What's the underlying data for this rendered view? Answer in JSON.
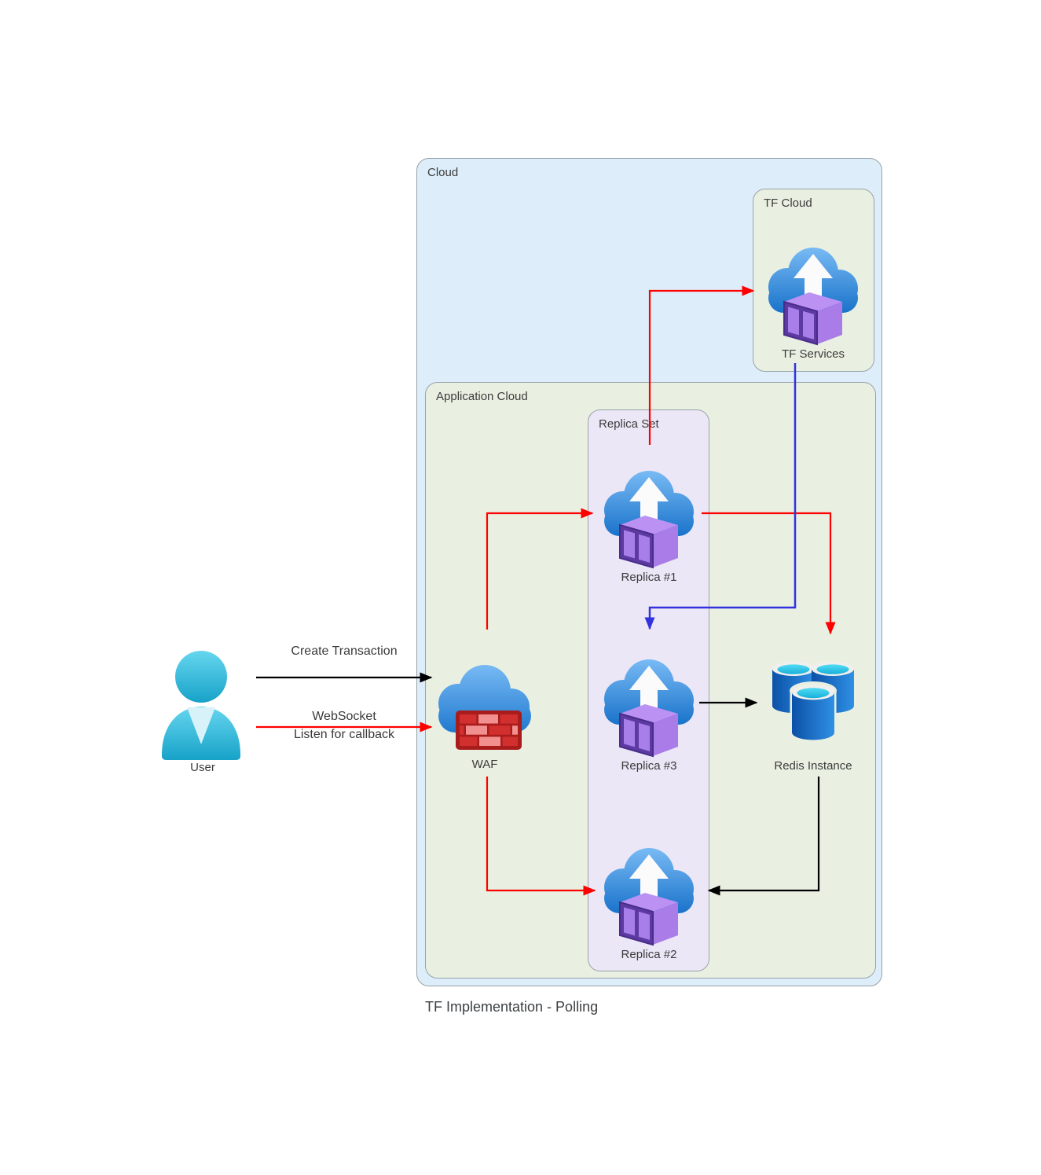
{
  "title": "TF Implementation - Polling",
  "containers": {
    "cloud": {
      "label": "Cloud"
    },
    "tf_cloud": {
      "label": "TF Cloud"
    },
    "app_cloud": {
      "label": "Application Cloud"
    },
    "replica_set": {
      "label": "Replica Set"
    }
  },
  "nodes": {
    "user": {
      "label": "User",
      "icon": "person-icon"
    },
    "waf": {
      "label": "WAF",
      "icon": "cloud-firewall-icon"
    },
    "tf_services": {
      "label": "TF Services",
      "icon": "cloud-container-icon"
    },
    "replica_1": {
      "label": "Replica #1",
      "icon": "cloud-container-icon"
    },
    "replica_3": {
      "label": "Replica #3",
      "icon": "cloud-container-icon"
    },
    "replica_2": {
      "label": "Replica #2",
      "icon": "cloud-container-icon"
    },
    "redis": {
      "label": "Redis Instance",
      "icon": "database-cylinders-icon"
    }
  },
  "edges": {
    "create_transaction": {
      "from": "user",
      "to": "waf",
      "label": "Create Transaction",
      "color": "black"
    },
    "websocket": {
      "from": "user",
      "to": "waf",
      "label_line1": "WebSocket",
      "label_line2": "Listen for callback",
      "color": "red"
    },
    "waf_to_replica_1": {
      "from": "waf",
      "to": "replica_1",
      "color": "red"
    },
    "waf_to_replica_2": {
      "from": "waf",
      "to": "replica_2",
      "color": "red"
    },
    "replica_1_to_tf_services": {
      "from": "replica_1",
      "to": "tf_services",
      "color": "red"
    },
    "replica_1_to_redis": {
      "from": "replica_1",
      "to": "redis",
      "color": "red"
    },
    "tf_services_to_replica_3": {
      "from": "tf_services",
      "to": "replica_3",
      "color": "blue"
    },
    "replica_3_to_redis": {
      "from": "replica_3",
      "to": "redis",
      "color": "black"
    },
    "redis_to_replica_2": {
      "from": "redis",
      "to": "replica_2",
      "color": "black"
    }
  },
  "colors": {
    "edge_red": "#ff0000",
    "edge_black": "#000000",
    "edge_blue": "#3333dd",
    "cloud_fill": "#ddeefa",
    "green_fill": "#e9f0e2",
    "purple_fill": "#ece7f6",
    "box_border": "#98a2a8",
    "text": "#3b3b3b"
  }
}
